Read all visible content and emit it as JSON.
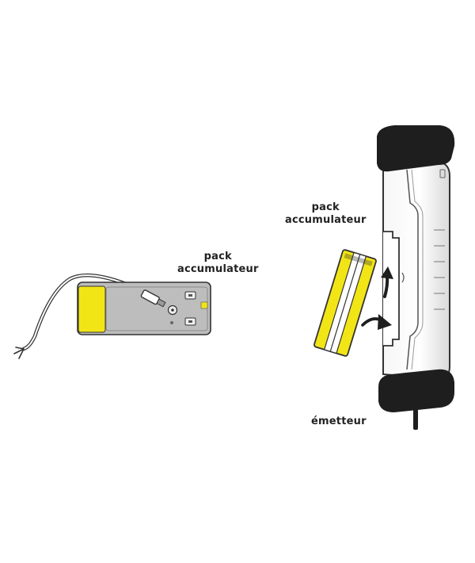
{
  "labels": {
    "left_pack_line1": "pack",
    "left_pack_line2": "accumulateur",
    "right_pack_line1": "pack",
    "right_pack_line2": "accumulateur",
    "transmitter": "émetteur"
  },
  "colors": {
    "battery_yellow": "#F2E516",
    "battery_gray": "#BDBDBD",
    "housing_black": "#1E1E1E",
    "line": "#333333"
  }
}
